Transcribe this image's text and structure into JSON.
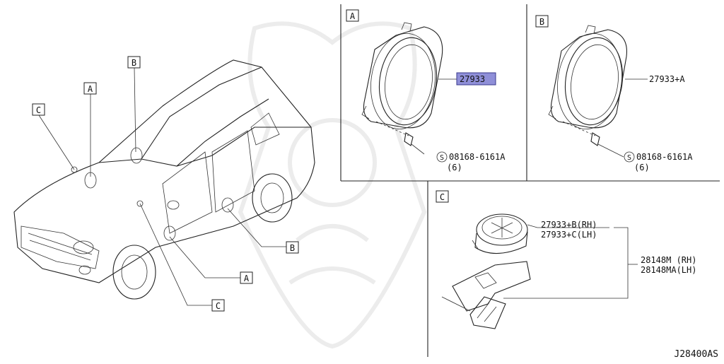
{
  "labels": {
    "A": "A",
    "B": "B",
    "C": "C"
  },
  "parts": {
    "p27933": "27933",
    "p27933A": "27933+A",
    "screw": "08168-6161A",
    "qty": "(6)",
    "s_symbol": "S",
    "p27933B": "27933+B(RH)",
    "p27933C": "27933+C(LH)",
    "p28148M": "28148M  (RH)",
    "p28148MA": "28148MA(LH)"
  },
  "diagram_code": "J28400AS",
  "colors": {
    "highlight": "#8f8fd8",
    "line": "#222222",
    "watermark": "#ececec"
  }
}
